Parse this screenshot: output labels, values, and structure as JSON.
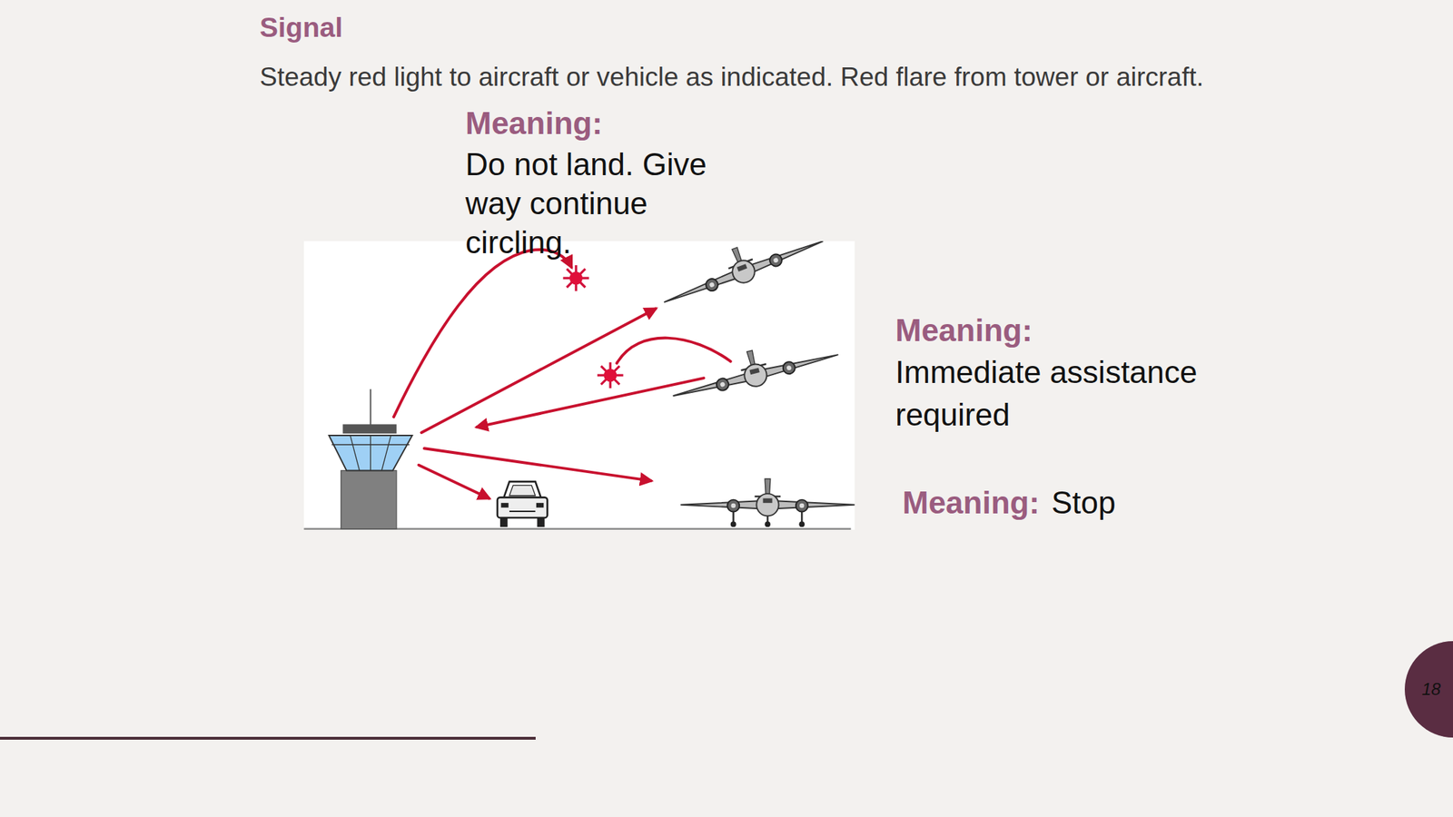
{
  "diagram": {
    "title": "Signal",
    "labels": [
      "Steady red light to aircraft or vehicle as indicated. Red flare from tower or aircraft.",
      "Meaning:",
      "Do not land. Give way continue circling.",
      "Meaning:",
      "Immediate assistance required",
      "Meaning:",
      "Stop",
      "18"
    ]
  }
}
